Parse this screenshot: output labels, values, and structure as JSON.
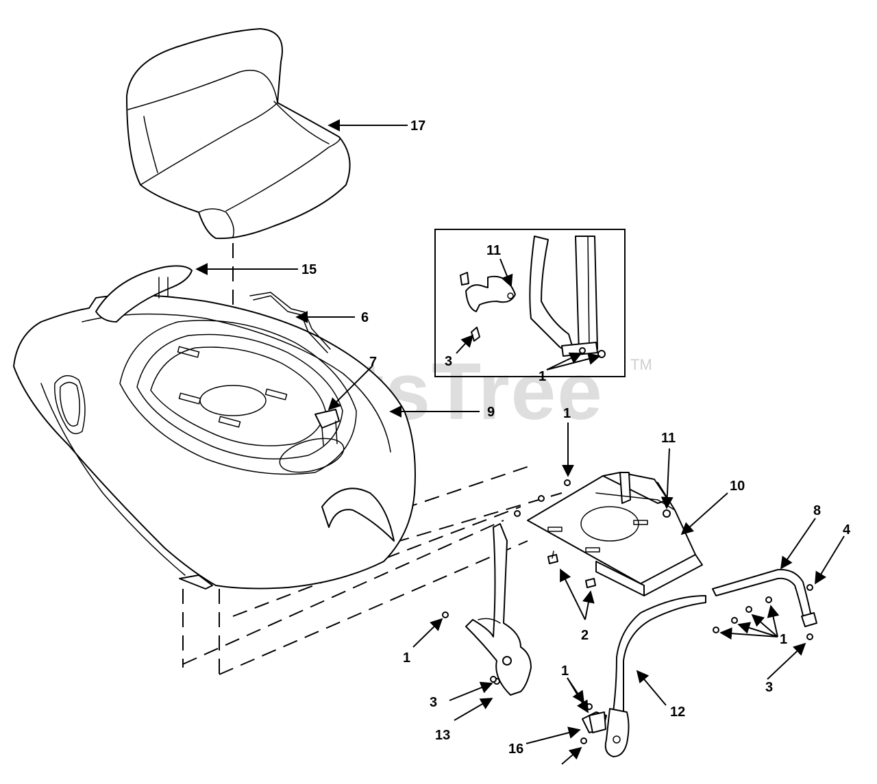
{
  "watermark": {
    "text": "PartsTree",
    "tm": "TM"
  },
  "callouts": [
    {
      "id": "c17",
      "label": "17"
    },
    {
      "id": "c15",
      "label": "15"
    },
    {
      "id": "c6",
      "label": "6"
    },
    {
      "id": "c7",
      "label": "7"
    },
    {
      "id": "c9",
      "label": "9"
    },
    {
      "id": "c11a",
      "label": "11"
    },
    {
      "id": "c3a",
      "label": "3"
    },
    {
      "id": "c1a",
      "label": "1"
    },
    {
      "id": "c1b",
      "label": "1"
    },
    {
      "id": "c11b",
      "label": "11"
    },
    {
      "id": "c10",
      "label": "10"
    },
    {
      "id": "c8",
      "label": "8"
    },
    {
      "id": "c4",
      "label": "4"
    },
    {
      "id": "c2",
      "label": "2"
    },
    {
      "id": "c1c",
      "label": "1"
    },
    {
      "id": "c1d",
      "label": "1"
    },
    {
      "id": "c3b",
      "label": "3"
    },
    {
      "id": "c13",
      "label": "13"
    },
    {
      "id": "c3c",
      "label": "3"
    },
    {
      "id": "c12",
      "label": "12"
    },
    {
      "id": "c1e",
      "label": "1"
    },
    {
      "id": "c16",
      "label": "16"
    }
  ]
}
